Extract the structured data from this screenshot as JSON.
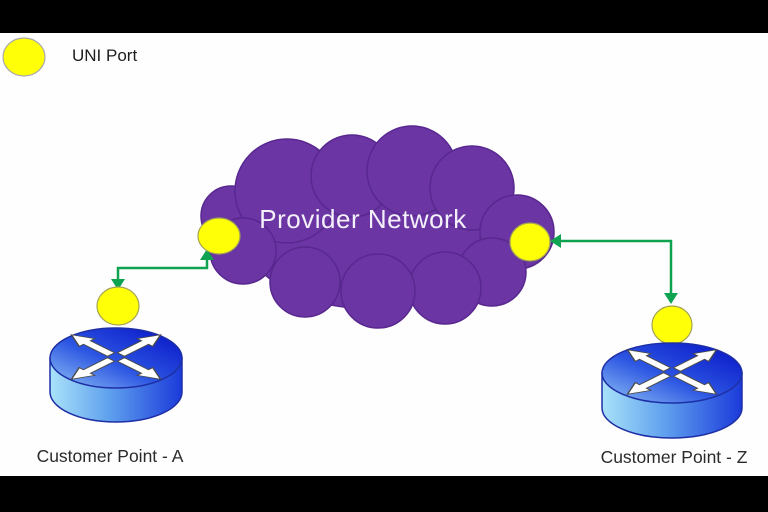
{
  "legend": {
    "swatch": "uni-port",
    "label": "UNI Port"
  },
  "cloud": {
    "label": "Provider Network"
  },
  "nodes": {
    "a": {
      "label": "Customer Point - A",
      "icon": "router",
      "port": "uni-port"
    },
    "z": {
      "label": "Customer Point - Z",
      "icon": "router",
      "port": "uni-port"
    }
  },
  "connections": [
    {
      "from": "uni-port-cloud-left",
      "to": "uni-port-customer-a",
      "arrowheads": "both"
    },
    {
      "from": "uni-port-cloud-right",
      "to": "uni-port-customer-z",
      "arrowheads": "both"
    }
  ],
  "colors": {
    "letterbox": "#000000",
    "background": "#fefefe",
    "cloud_fill": "#6B35A4",
    "cloud_outline": "#58288F",
    "uni_port_fill": "#FFFF08",
    "uni_port_outline": "#A3A356",
    "connector_green": "#0EA351",
    "router_top_dark": "#0510C5",
    "router_side_light": "#A9E2F9",
    "label_text": "#2B2B2B",
    "cloud_label_text": "#F4F0FA"
  }
}
